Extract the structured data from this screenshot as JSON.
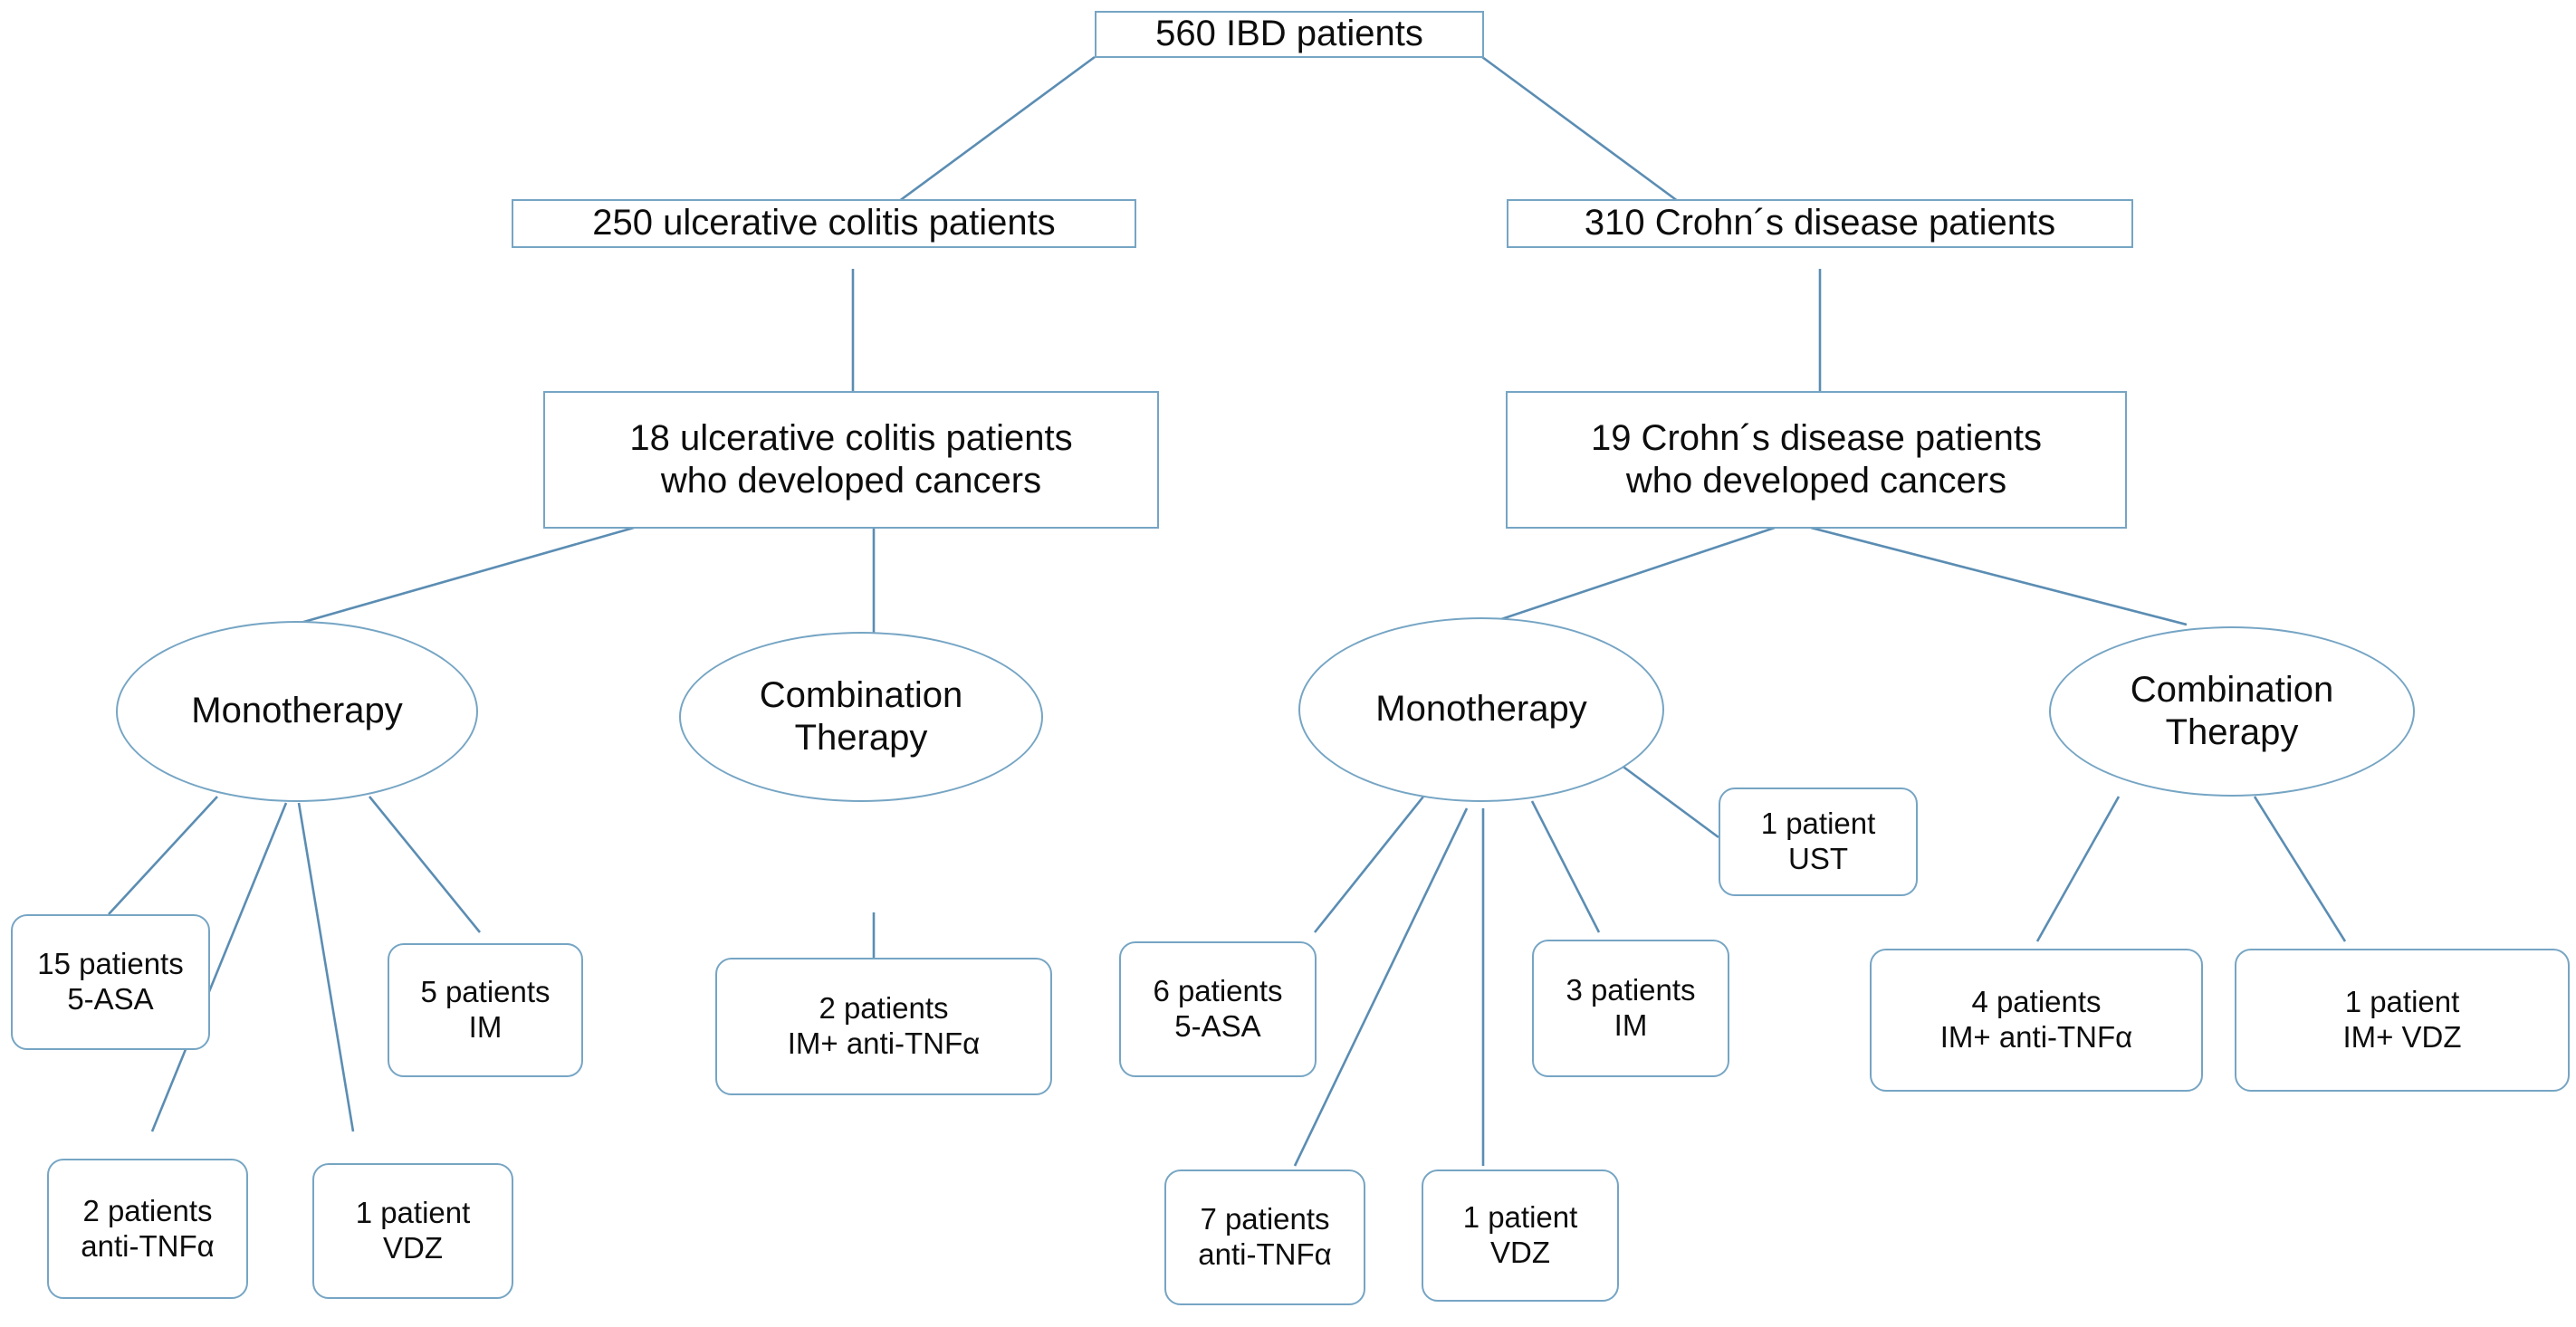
{
  "diagram": {
    "title": "IBD patient cancer-development treatment flowchart",
    "colors": {
      "node_border": "#76a5c4",
      "edge_line": "#5b8db3",
      "node_fill": "#ffffff",
      "text": "#0d0d0d"
    },
    "root": {
      "label": "560 IBD patients"
    },
    "branches": [
      {
        "key": "uc",
        "cohort": {
          "label": "250 ulcerative colitis patients"
        },
        "cancer": {
          "label": "18 ulcerative colitis patients\nwho developed cancers"
        },
        "therapies": [
          {
            "key": "uc-mono",
            "label": "Monotherapy",
            "leaves": [
              {
                "key": "uc-mono-5asa",
                "label": "15 patients\n5-ASA"
              },
              {
                "key": "uc-mono-antitnf",
                "label": "2 patients\nanti-TNFα"
              },
              {
                "key": "uc-mono-vdz",
                "label": "1 patient\nVDZ"
              },
              {
                "key": "uc-mono-im",
                "label": "5 patients\nIM"
              }
            ]
          },
          {
            "key": "uc-combo",
            "label": "Combination\nTherapy",
            "leaves": [
              {
                "key": "uc-combo-im-antitnf",
                "label": "2 patients\nIM+ anti-TNFα"
              }
            ]
          }
        ]
      },
      {
        "key": "cd",
        "cohort": {
          "label": "310 Crohn´s disease patients"
        },
        "cancer": {
          "label": "19 Crohn´s disease patients\nwho developed cancers"
        },
        "therapies": [
          {
            "key": "cd-mono",
            "label": "Monotherapy",
            "leaves": [
              {
                "key": "cd-mono-5asa",
                "label": "6 patients\n5-ASA"
              },
              {
                "key": "cd-mono-antitnf",
                "label": "7 patients\nanti-TNFα"
              },
              {
                "key": "cd-mono-vdz",
                "label": "1 patient\nVDZ"
              },
              {
                "key": "cd-mono-im",
                "label": "3 patients\nIM"
              },
              {
                "key": "cd-mono-ust",
                "label": "1 patient\nUST"
              }
            ]
          },
          {
            "key": "cd-combo",
            "label": "Combination\nTherapy",
            "leaves": [
              {
                "key": "cd-combo-im-antitnf",
                "label": "4 patients\nIM+ anti-TNFα"
              },
              {
                "key": "cd-combo-im-vdz",
                "label": "1 patient\nIM+ VDZ"
              }
            ]
          }
        ]
      }
    ]
  }
}
